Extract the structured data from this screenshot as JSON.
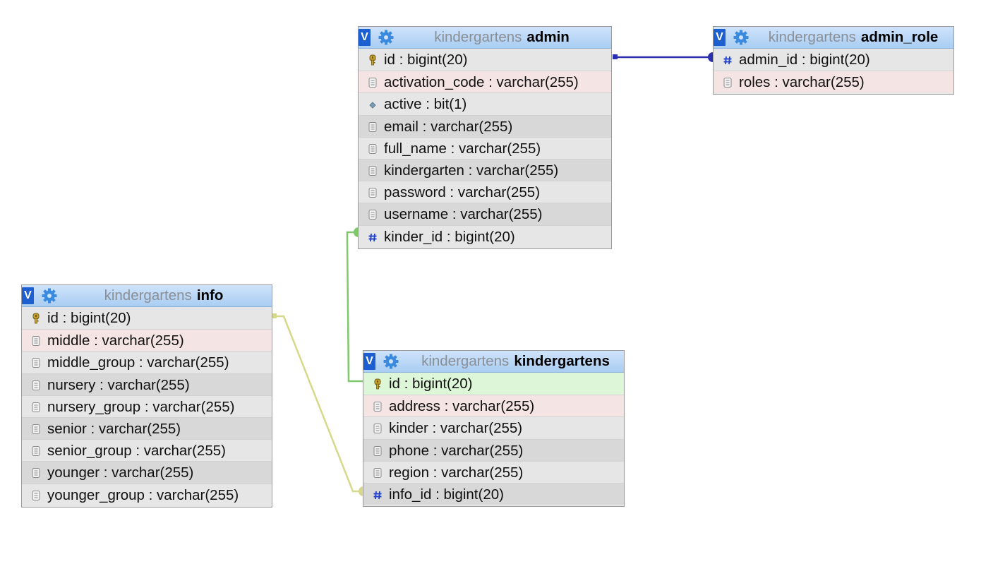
{
  "tables": {
    "admin": {
      "db": "kindergartens",
      "name": "admin",
      "toggle": "V",
      "columns": [
        {
          "text": "id : bigint(20)",
          "icon": "primary-key-icon"
        },
        {
          "text": "activation_code : varchar(255)",
          "icon": "column-icon"
        },
        {
          "text": "active : bit(1)",
          "icon": "bit-column-icon"
        },
        {
          "text": "email : varchar(255)",
          "icon": "column-icon"
        },
        {
          "text": "full_name : varchar(255)",
          "icon": "column-icon"
        },
        {
          "text": "kindergarten : varchar(255)",
          "icon": "column-icon"
        },
        {
          "text": "password : varchar(255)",
          "icon": "column-icon"
        },
        {
          "text": "username : varchar(255)",
          "icon": "column-icon"
        },
        {
          "text": "kinder_id : bigint(20)",
          "icon": "numeric-column-icon"
        }
      ]
    },
    "admin_role": {
      "db": "kindergartens",
      "name": "admin_role",
      "toggle": "V",
      "columns": [
        {
          "text": "admin_id : bigint(20)",
          "icon": "numeric-column-icon"
        },
        {
          "text": "roles : varchar(255)",
          "icon": "column-icon"
        }
      ]
    },
    "info": {
      "db": "kindergartens",
      "name": "info",
      "toggle": "V",
      "columns": [
        {
          "text": "id : bigint(20)",
          "icon": "primary-key-icon"
        },
        {
          "text": "middle : varchar(255)",
          "icon": "column-icon"
        },
        {
          "text": "middle_group : varchar(255)",
          "icon": "column-icon"
        },
        {
          "text": "nursery : varchar(255)",
          "icon": "column-icon"
        },
        {
          "text": "nursery_group : varchar(255)",
          "icon": "column-icon"
        },
        {
          "text": "senior : varchar(255)",
          "icon": "column-icon"
        },
        {
          "text": "senior_group : varchar(255)",
          "icon": "column-icon"
        },
        {
          "text": "younger : varchar(255)",
          "icon": "column-icon"
        },
        {
          "text": "younger_group : varchar(255)",
          "icon": "column-icon"
        }
      ]
    },
    "kindergartens": {
      "db": "kindergartens",
      "name": "kindergartens",
      "toggle": "V",
      "columns": [
        {
          "text": "id : bigint(20)",
          "icon": "primary-key-icon"
        },
        {
          "text": "address : varchar(255)",
          "icon": "column-icon"
        },
        {
          "text": "kinder : varchar(255)",
          "icon": "column-icon"
        },
        {
          "text": "phone : varchar(255)",
          "icon": "column-icon"
        },
        {
          "text": "region : varchar(255)",
          "icon": "column-icon"
        },
        {
          "text": "info_id : bigint(20)",
          "icon": "numeric-column-icon"
        }
      ]
    }
  },
  "relations": [
    {
      "from": "admin_role.admin_id",
      "to": "admin.id",
      "color": "#2a2fb0"
    },
    {
      "from": "admin.kinder_id",
      "to": "kindergartens.id",
      "color": "#7ec86a"
    },
    {
      "from": "kindergartens.info_id",
      "to": "info.id",
      "color": "#d7d98a"
    }
  ],
  "colors": {
    "header_top": "#cfe3fb",
    "header_bottom": "#a9cdf2",
    "toggle": "#1d5fd0",
    "row_pink": "#f5e4e4",
    "row_green": "#def6d8"
  }
}
